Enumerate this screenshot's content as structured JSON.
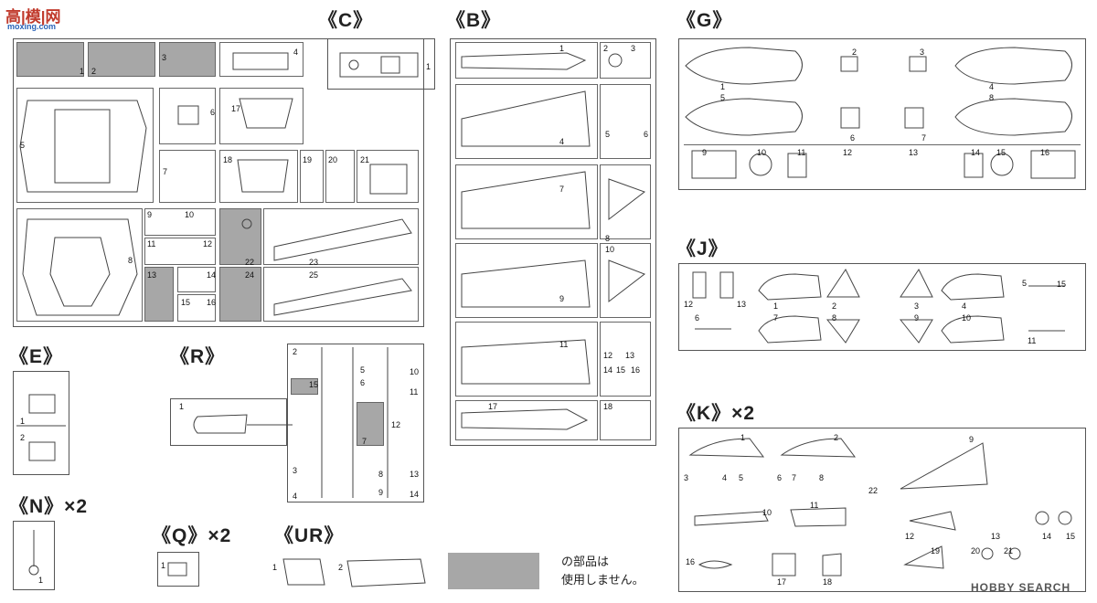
{
  "titles": {
    "C": "《C》",
    "B": "《B》",
    "G": "《G》",
    "J": "《J》",
    "E": "《E》",
    "R": "《R》",
    "K": "《K》×2",
    "N": "《N》×2",
    "Q": "《Q》×2",
    "UR": "《UR》"
  },
  "legend": {
    "line1": "の部品は",
    "line2": "使用しません。"
  },
  "watermark": {
    "logo_top": "高|模|网",
    "logo_sub": "moxing.com",
    "bottom": "HOBBY SEARCH"
  },
  "parts": {
    "A": [
      "1",
      "2",
      "3",
      "4",
      "5",
      "6",
      "7",
      "17",
      "18",
      "19",
      "20",
      "21",
      "8",
      "9",
      "10",
      "11",
      "12",
      "13",
      "14",
      "15",
      "16",
      "22",
      "23",
      "24",
      "25"
    ],
    "C": [
      "1"
    ],
    "B": [
      "1",
      "2",
      "3",
      "4",
      "5",
      "6",
      "7",
      "8",
      "9",
      "10",
      "11",
      "12",
      "13",
      "14",
      "15",
      "16",
      "17",
      "18"
    ],
    "G": [
      "1",
      "2",
      "3",
      "4",
      "5",
      "6",
      "7",
      "8",
      "9",
      "10",
      "11",
      "12",
      "13",
      "14",
      "15",
      "16"
    ],
    "J": [
      "1",
      "2",
      "3",
      "4",
      "5",
      "6",
      "7",
      "8",
      "9",
      "10",
      "11",
      "12",
      "13",
      "15"
    ],
    "E": [
      "1",
      "2"
    ],
    "R": [
      "1",
      "2",
      "3",
      "4",
      "5",
      "6",
      "7",
      "8",
      "9",
      "10",
      "11",
      "12",
      "13",
      "14",
      "15"
    ],
    "K": [
      "1",
      "2",
      "3",
      "4",
      "5",
      "6",
      "7",
      "8",
      "9",
      "10",
      "11",
      "12",
      "13",
      "14",
      "15",
      "16",
      "17",
      "18",
      "19",
      "20",
      "21",
      "22"
    ],
    "N": [
      "1"
    ],
    "Q": [
      "1"
    ],
    "UR": [
      "1",
      "2"
    ]
  }
}
